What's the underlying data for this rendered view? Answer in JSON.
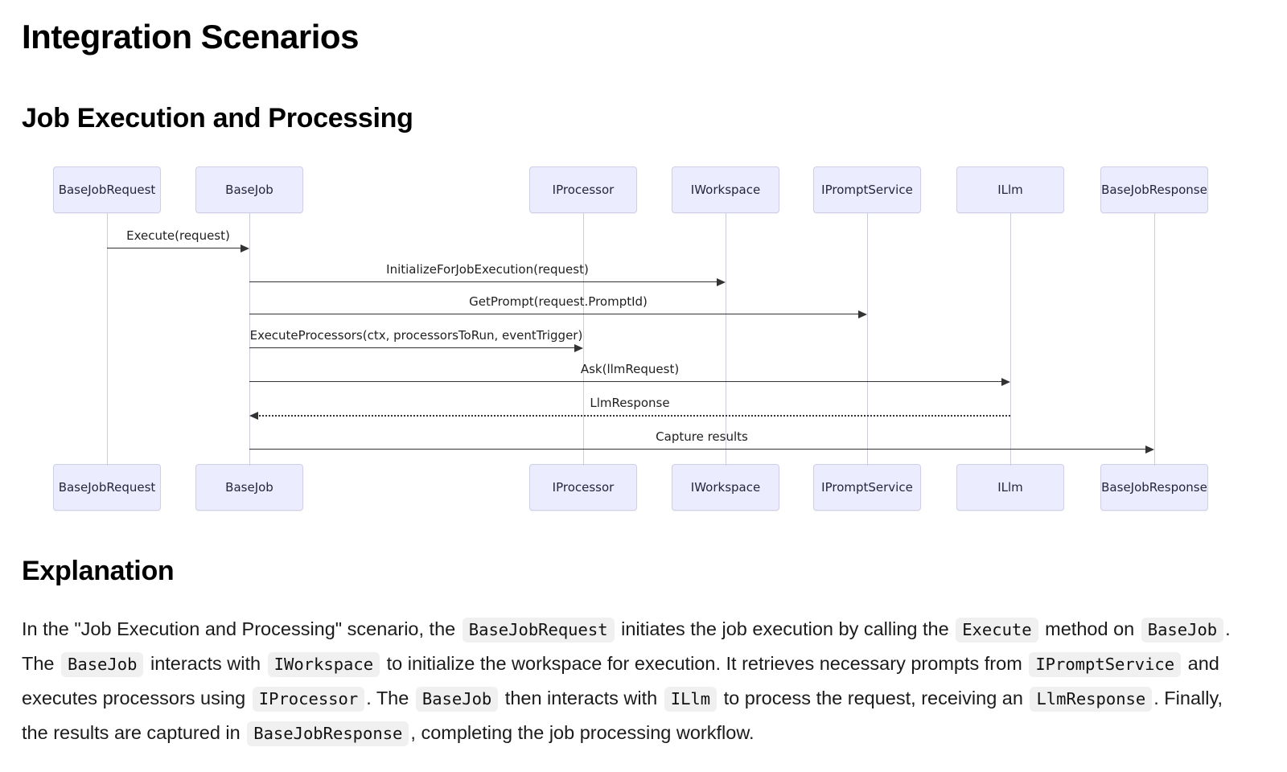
{
  "page": {
    "title": "Integration Scenarios",
    "section_title": "Job Execution and Processing",
    "explanation_title": "Explanation"
  },
  "diagram": {
    "participants": [
      "BaseJobRequest",
      "BaseJob",
      "IProcessor",
      "IWorkspace",
      "IPromptService",
      "ILlm",
      "BaseJobResponse"
    ],
    "messages": [
      {
        "label": "Execute(request)",
        "from": 0,
        "to": 1,
        "line": "solid"
      },
      {
        "label": "InitializeForJobExecution(request)",
        "from": 1,
        "to": 3,
        "line": "solid"
      },
      {
        "label": "GetPrompt(request.PromptId)",
        "from": 1,
        "to": 4,
        "line": "solid"
      },
      {
        "label": "ExecuteProcessors(ctx, processorsToRun, eventTrigger)",
        "from": 1,
        "to": 2,
        "line": "solid"
      },
      {
        "label": "Ask(llmRequest)",
        "from": 1,
        "to": 5,
        "line": "solid"
      },
      {
        "label": "LlmResponse",
        "from": 5,
        "to": 1,
        "line": "dotted"
      },
      {
        "label": "Capture results",
        "from": 1,
        "to": 6,
        "line": "solid"
      }
    ],
    "colors": {
      "participant_fill": "#ECECFF",
      "participant_border": "#CFCFE8",
      "lifeline": "#CCCCE0",
      "arrow": "#333333"
    }
  },
  "explanation": {
    "segments": [
      {
        "type": "text",
        "text": "In the \"Job Execution and Processing\" scenario, the "
      },
      {
        "type": "code",
        "text": "BaseJobRequest"
      },
      {
        "type": "text",
        "text": " initiates the job execution by calling the "
      },
      {
        "type": "code",
        "text": "Execute"
      },
      {
        "type": "text",
        "text": " method on "
      },
      {
        "type": "code",
        "text": "BaseJob"
      },
      {
        "type": "text",
        "text": ". The "
      },
      {
        "type": "code",
        "text": "BaseJob"
      },
      {
        "type": "text",
        "text": " interacts with "
      },
      {
        "type": "code",
        "text": "IWorkspace"
      },
      {
        "type": "text",
        "text": " to initialize the workspace for execution. It retrieves necessary prompts from "
      },
      {
        "type": "code",
        "text": "IPromptService"
      },
      {
        "type": "text",
        "text": " and executes processors using "
      },
      {
        "type": "code",
        "text": "IProcessor"
      },
      {
        "type": "text",
        "text": ". The "
      },
      {
        "type": "code",
        "text": "BaseJob"
      },
      {
        "type": "text",
        "text": " then interacts with "
      },
      {
        "type": "code",
        "text": "ILlm"
      },
      {
        "type": "text",
        "text": " to process the request, receiving an "
      },
      {
        "type": "code",
        "text": "LlmResponse"
      },
      {
        "type": "text",
        "text": ". Finally, the results are captured in "
      },
      {
        "type": "code",
        "text": "BaseJobResponse"
      },
      {
        "type": "text",
        "text": ", completing the job processing workflow."
      }
    ]
  }
}
